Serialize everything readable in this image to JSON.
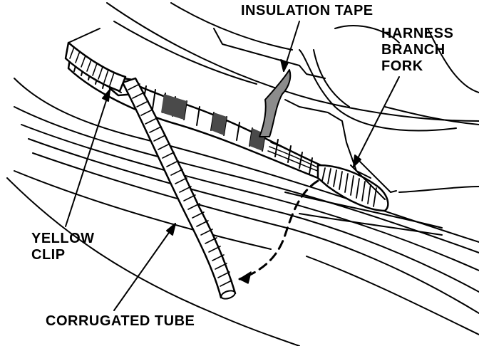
{
  "labels": {
    "insulation_tape": "INSULATION TAPE",
    "harness_branch_fork": [
      "HARNESS",
      "BRANCH",
      "FORK"
    ],
    "yellow_clip": [
      "YELLOW",
      "CLIP"
    ],
    "corrugated_tube": "CORRUGATED TUBE"
  },
  "colors": {
    "ink": "#000000",
    "paper": "#ffffff",
    "tape_fill": "#8c8c8c",
    "shade": "#4a4a4a"
  }
}
